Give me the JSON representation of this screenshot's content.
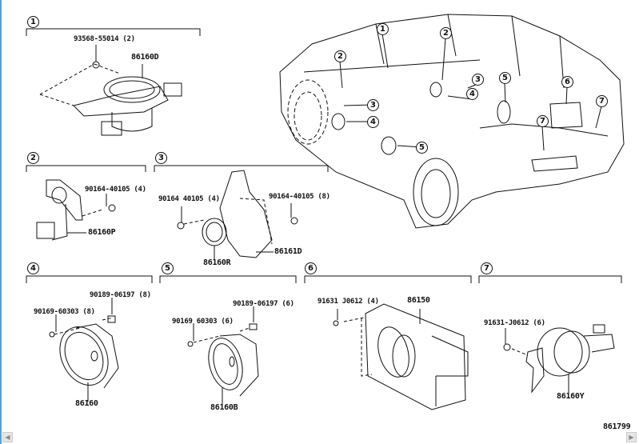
{
  "diagram_id": "861799",
  "sections": [
    {
      "number": "1",
      "parts": [
        "93568-55014 (2)",
        "86160D"
      ]
    },
    {
      "number": "2",
      "parts": [
        "90164-40105 (4)",
        "86160P"
      ]
    },
    {
      "number": "3",
      "parts": [
        "90164 40105 (4)",
        "90164-40105 (8)",
        "86160R",
        "86161D"
      ]
    },
    {
      "number": "4",
      "parts": [
        "90189-06197 (8)",
        "90169-60303 (8)",
        "86160"
      ]
    },
    {
      "number": "5",
      "parts": [
        "90189-06197 (6)",
        "90169 60303 (6)",
        "86160B"
      ]
    },
    {
      "number": "6",
      "parts": [
        "91631 J0612 (4)",
        "86150"
      ]
    },
    {
      "number": "7",
      "parts": [
        "91631-J0612 (6)",
        "86160Y"
      ]
    }
  ],
  "vehicle_callouts": [
    "1",
    "2",
    "2",
    "3",
    "4",
    "5",
    "6",
    "3",
    "4",
    "7",
    "7",
    "5"
  ],
  "scroll": {
    "left_icon": "arrow-left-icon",
    "right_icon": "arrow-right-icon"
  }
}
